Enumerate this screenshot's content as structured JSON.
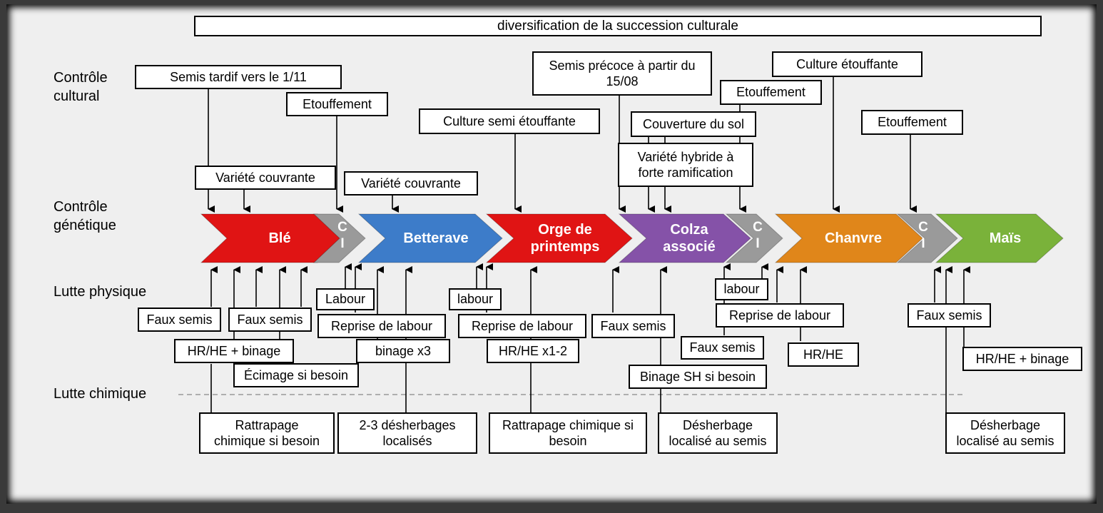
{
  "title": "diversification de la succession culturale",
  "row_labels": {
    "cultural": "Contrôle\ncultural",
    "genetic": "Contrôle\ngénétique",
    "physical": "Lutte physique",
    "chemical": "Lutte chimique"
  },
  "colors": {
    "ble": "#e01414",
    "ci": "#9a9a9a",
    "betterave": "#3d7cc9",
    "orge": "#e01414",
    "colza": "#8552a8",
    "chanvre": "#e0861a",
    "mais": "#7ab23a"
  },
  "crops": {
    "ble": "Blé",
    "ci": "C\nI",
    "betterave": "Betterave",
    "orge": "Orge de\nprintemps",
    "colza": "Colza\nassocié",
    "chanvre": "Chanvre",
    "mais": "Maïs"
  },
  "boxes": {
    "semis_tardif": "Semis tardif vers le 1/11",
    "variete_couvrante_1": "Variété couvrante",
    "etouffement_1": "Etouffement",
    "variete_couvrante_2": "Variété couvrante",
    "culture_semi_etouffante": "Culture semi étouffante",
    "semis_precoce": "Semis précoce à partir du\n15/08",
    "etouffement_2": "Etouffement",
    "couverture_sol": "Couverture du sol",
    "variete_hybride": "Variété hybride à\nforte ramification",
    "culture_etouffante": "Culture étouffante",
    "etouffement_3": "Etouffement",
    "faux_semis_1": "Faux semis",
    "faux_semis_2": "Faux semis",
    "hrhe_binage_1": "HR/HE + binage",
    "ecimage": "Écimage si besoin",
    "labour_1": "Labour",
    "reprise_labour_1": "Reprise de labour",
    "binage_x3": "binage x3",
    "labour_2": "labour",
    "reprise_labour_2": "Reprise de labour",
    "hrhe_x12": "HR/HE x1-2",
    "faux_semis_3": "Faux semis",
    "binage_sh": "Binage SH si besoin",
    "labour_3": "labour",
    "reprise_labour_3": "Reprise de labour",
    "faux_semis_4": "Faux semis",
    "hrhe": "HR/HE",
    "faux_semis_5": "Faux semis",
    "hrhe_binage_2": "HR/HE + binage",
    "rattrapage_1": "Rattrapage\nchimique si besoin",
    "desherbages_localises": "2-3 désherbages\nlocalisés",
    "rattrapage_2": "Rattrapage chimique si\nbesoin",
    "desherbage_semis_1": "Désherbage\nlocalisé au semis",
    "desherbage_semis_2": "Désherbage\nlocalisé au semis"
  }
}
